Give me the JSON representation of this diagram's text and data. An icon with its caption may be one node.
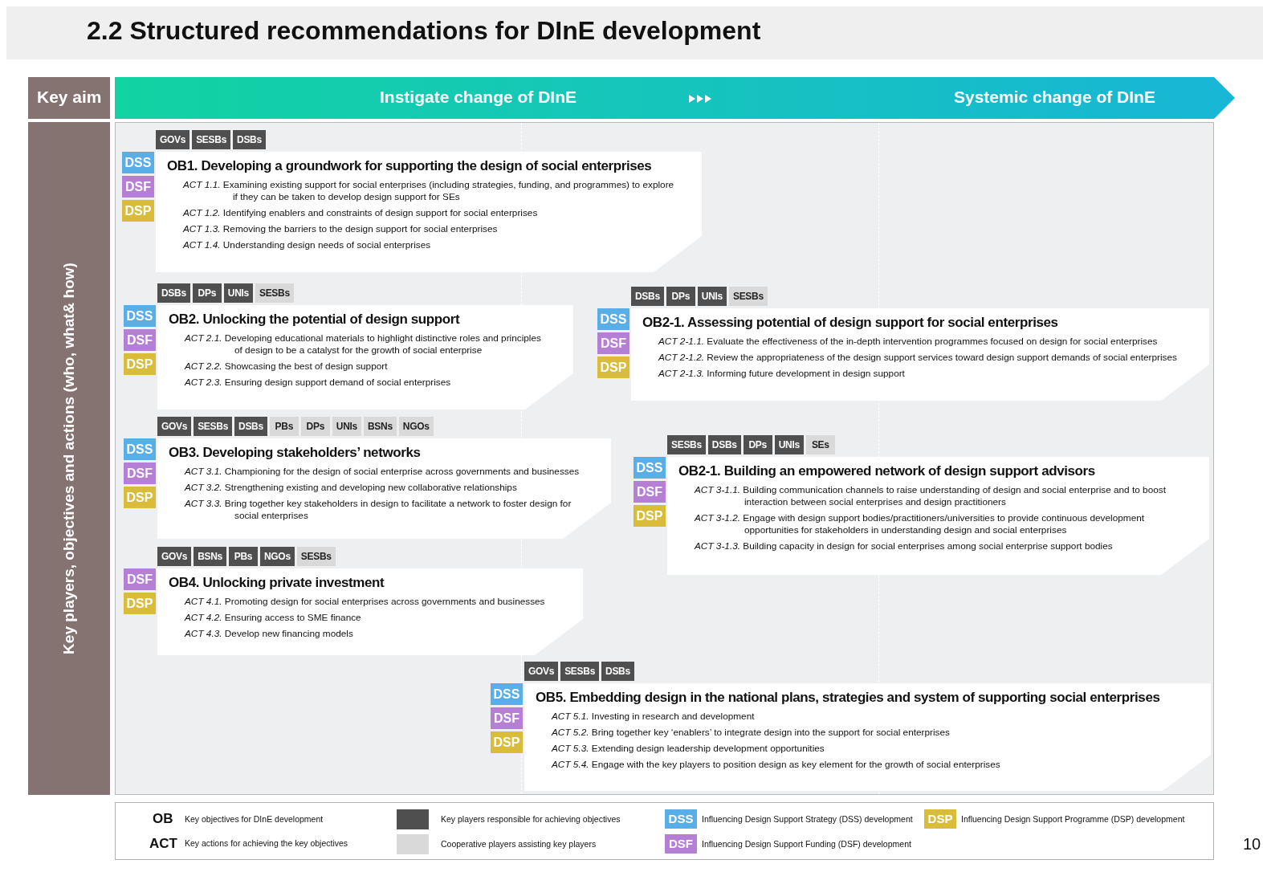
{
  "diagram": {
    "title": "2.2 Structured recommendations for DInE development",
    "nodes": [
      {
        "text": [
          "Key aim"
        ]
      },
      {
        "text": [
          "Instigate change of DInE",
          "Systemic change of DInE"
        ]
      },
      {
        "text": [
          "Key players, objectives and actions (who, what& how)"
        ]
      },
      {
        "text": [],
        "shape": "box"
      },
      {
        "text": [
          "GOVs"
        ],
        "in": 3
      },
      {
        "text": [
          "SESBs"
        ],
        "in": 3
      },
      {
        "text": [
          "DSBs"
        ],
        "in": 3
      },
      {
        "text": [
          "DSS"
        ],
        "in": 3
      },
      {
        "text": [
          "DSF"
        ],
        "in": 3
      },
      {
        "text": [
          "DSP"
        ],
        "in": 3
      },
      {
        "text": [
          "OB1. Developing a groundwork for supporting the design of social enterprises",
          "*ACT 1.1.* Examining existing support for social enterprises (including strategies, funding, and programmes) to explore if they can be taken to develop design support for SEs",
          "*ACT 1.2.* Identifying enablers and constraints of design support for social enterprises",
          "*ACT 1.3.* Removing the barriers to the design support for social enterprises",
          "*ACT 1.4.* Understanding design needs of social enterprises"
        ],
        "in": 3
      },
      {
        "text": [
          "DSBs"
        ],
        "in": 3
      },
      {
        "text": [
          "DPs"
        ],
        "in": 3
      },
      {
        "text": [
          "UNIs"
        ],
        "in": 3
      },
      {
        "text": [
          "SESBs"
        ],
        "in": 3
      },
      {
        "text": [
          "DSS"
        ],
        "in": 3
      },
      {
        "text": [
          "DSF"
        ],
        "in": 3
      },
      {
        "text": [
          "DSP"
        ],
        "in": 3
      },
      {
        "text": [
          "OB2. Unlocking the potential of design support",
          "*ACT 2.1.* Developing educational materials to highlight distinctive roles and principles of design to be a catalyst for the growth of social enterprise",
          "*ACT 2.2.* Showcasing the best of design support",
          "*ACT 2.3.* Ensuring design support demand of social enterprises"
        ],
        "in": 3
      },
      {
        "text": [
          "DSBs"
        ],
        "in": 3
      },
      {
        "text": [
          "DPs"
        ],
        "in": 3
      },
      {
        "text": [
          "UNIs"
        ],
        "in": 3
      },
      {
        "text": [
          "SESBs"
        ],
        "in": 3
      },
      {
        "text": [
          "DSS"
        ],
        "in": 3
      },
      {
        "text": [
          "DSF"
        ],
        "in": 3
      },
      {
        "text": [
          "DSP"
        ],
        "in": 3
      },
      {
        "text": [
          "OB2-1. Assessing potential of design support for social enterprises",
          "*ACT 2-1.1.* Evaluate the effectiveness of the in-depth intervention programmes focused on design for social enterprises",
          "*ACT 2-1.2.* Review the appropriateness of the design support services toward design support demands of social enterprises",
          "*ACT 2-1.3.* Informing future development in design support"
        ],
        "in": 3
      },
      {
        "text": [
          "GOVs"
        ],
        "in": 3
      },
      {
        "text": [
          "SESBs"
        ],
        "in": 3
      },
      {
        "text": [
          "DSBs"
        ],
        "in": 3
      },
      {
        "text": [
          "PBs"
        ],
        "in": 3
      },
      {
        "text": [
          "DPs"
        ],
        "in": 3
      },
      {
        "text": [
          "UNIs"
        ],
        "in": 3
      },
      {
        "text": [
          "BSNs"
        ],
        "in": 3
      },
      {
        "text": [
          "NGOs"
        ],
        "in": 3
      },
      {
        "text": [
          "DSS"
        ],
        "in": 3
      },
      {
        "text": [
          "DSF"
        ],
        "in": 3
      },
      {
        "text": [
          "DSP"
        ],
        "in": 3
      },
      {
        "text": [
          "OB3. Developing stakeholders’ networks",
          "*ACT 3.1.* Championing for the design of social enterprise across governments and businesses",
          "*ACT 3.2.* Strengthening existing and developing new collaborative relationships",
          "*ACT 3.3.* Bring together key stakeholders in design to facilitate a network to foster design for social enterprises"
        ],
        "in": 3
      },
      {
        "text": [
          "SESBs"
        ],
        "in": 3
      },
      {
        "text": [
          "DSBs"
        ],
        "in": 3
      },
      {
        "text": [
          "DPs"
        ],
        "in": 3
      },
      {
        "text": [
          "UNIs"
        ],
        "in": 3
      },
      {
        "text": [
          "SEs"
        ],
        "in": 3
      },
      {
        "text": [
          "DSS"
        ],
        "in": 3
      },
      {
        "text": [
          "DSF"
        ],
        "in": 3
      },
      {
        "text": [
          "DSP"
        ],
        "in": 3
      },
      {
        "text": [
          "OB2-1. Building an empowered network of design support advisors",
          "*ACT 3-1.1.* Building communication channels to raise understanding of design and social enterprise and to boost interaction between social enterprises and design practitioners",
          "*ACT 3-1.2.* Engage with design support bodies/practitioners/universities to provide continuous development opportunities for stakeholders in understanding design and social enterprises",
          "*ACT 3-1.3.* Building capacity in design for social enterprises among social enterprise support bodies"
        ],
        "in": 3
      },
      {
        "text": [
          "GOVs"
        ],
        "in": 3
      },
      {
        "text": [
          "BSNs"
        ],
        "in": 3
      },
      {
        "text": [
          "PBs"
        ],
        "in": 3
      },
      {
        "text": [
          "NGOs"
        ],
        "in": 3
      },
      {
        "text": [
          "SESBs"
        ],
        "in": 3
      },
      {
        "text": [
          "DSF"
        ],
        "in": 3
      },
      {
        "text": [
          "DSP"
        ],
        "in": 3
      },
      {
        "text": [
          "OB4. Unlocking private investment",
          "*ACT 4.1.* Promoting design for social enterprises across governments and businesses",
          "*ACT 4.2.* Ensuring access to SME finance",
          "*ACT 4.3.* Develop new financing models"
        ],
        "in": 3
      },
      {
        "text": [
          "GOVs"
        ],
        "in": 3
      },
      {
        "text": [
          "SESBs"
        ],
        "in": 3
      },
      {
        "text": [
          "DSBs"
        ],
        "in": 3
      },
      {
        "text": [
          "DSS"
        ],
        "in": 3
      },
      {
        "text": [
          "DSF"
        ],
        "in": 3
      },
      {
        "text": [
          "DSP"
        ],
        "in": 3
      },
      {
        "text": [
          "OB5. Embedding design in the national plans, strategies and system of supporting social enterprises",
          "*ACT 5.1.* Investing in research and development",
          "*ACT 5.2.* Bring together key ‘enablers’ to integrate design into the support for social enterprises",
          "*ACT 5.3.* Extending design leadership development opportunities",
          "*ACT 5.4.* Engage with the key players to position design as key element for the growth of social enterprises"
        ],
        "in": 3
      }
    ],
    "labels": [
      "OB",
      "Key objectives for DInE development",
      "ACT",
      "Key actions for achieving the key objectives",
      "DSS",
      "DSP",
      "DSF",
      "10"
    ],
    "legend": [
      {
        "text": "Key players responsible for achieving objectives",
        "color": "#4f4f4f"
      },
      {
        "text": "Influencing Design Support Strategy (DSS) development",
        "color": "#5aaee8"
      },
      {
        "text": "Influencing Design Support Programme (DSP) development",
        "color": "#d9bd3a"
      },
      {
        "text": "Cooperative players assisting key players",
        "color": "#d9d9d9"
      },
      {
        "text": "Influencing Design Support Funding (DSF) development",
        "color": "#b57fd6"
      }
    ]
  }
}
